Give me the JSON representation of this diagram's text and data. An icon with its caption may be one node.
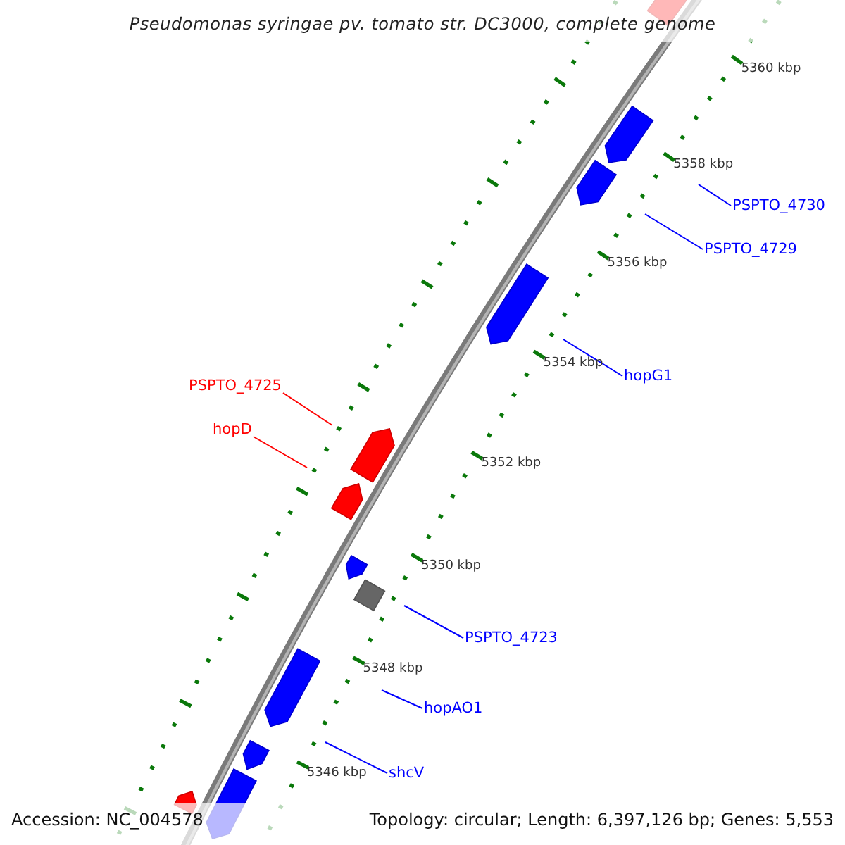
{
  "diagram": {
    "title": "Pseudomonas syringae pv. tomato str. DC3000, complete genome",
    "nodes": [
      {
        "text": [
          "PSPTO_4730"
        ]
      },
      {
        "text": [
          "PSPTO_4729"
        ]
      },
      {
        "text": [
          "hopG1"
        ]
      },
      {
        "text": [
          "PSPTO_4725"
        ]
      },
      {
        "text": [
          "hopD"
        ]
      },
      {
        "text": [
          "PSPTO_4723"
        ]
      },
      {
        "text": [
          "hopAO1"
        ]
      },
      {
        "text": [
          "shcV"
        ]
      }
    ],
    "edges": [
      {
        "from": 0,
        "to": null,
        "arrow": "none"
      },
      {
        "from": 1,
        "to": null,
        "arrow": "none"
      },
      {
        "from": 2,
        "to": null,
        "arrow": "none"
      },
      {
        "from": 3,
        "to": null,
        "arrow": "none",
        "color": "#ff0000"
      },
      {
        "from": 4,
        "to": null,
        "arrow": "none",
        "color": "#ff0000"
      },
      {
        "from": 5,
        "to": null,
        "arrow": "none"
      },
      {
        "from": 6,
        "to": null,
        "arrow": "none"
      },
      {
        "from": 7,
        "to": null,
        "arrow": "none"
      }
    ],
    "labels": [
      "5360 kbp",
      "5358 kbp",
      "5356 kbp",
      "5354 kbp",
      "5352 kbp",
      "5350 kbp",
      "5348 kbp",
      "5346 kbp",
      "Accession: NC_004578",
      "Topology: circular; Length: 6,397,126 bp; Genes: 5,553"
    ]
  }
}
